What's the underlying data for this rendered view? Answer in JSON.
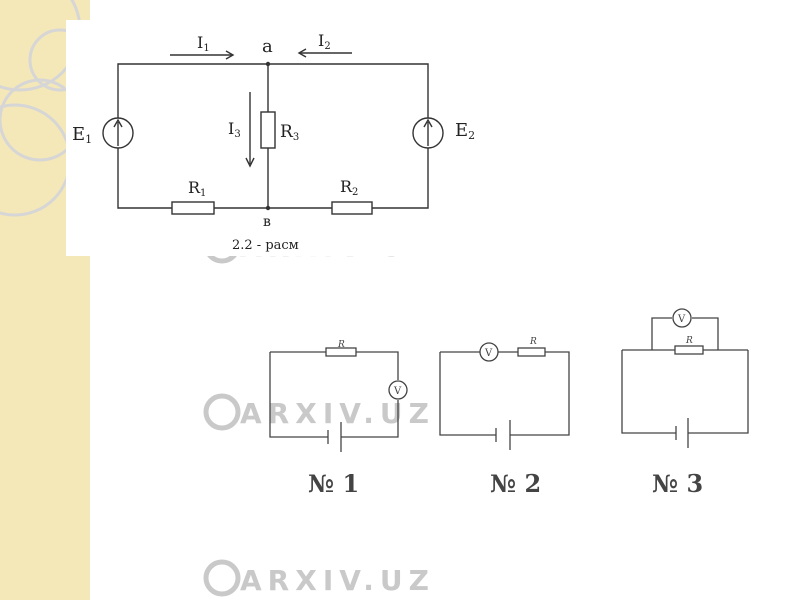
{
  "watermark": {
    "text": "ARXIV.UZ"
  },
  "colors": {
    "side_band": "#f4e7b8",
    "side_circle": "#dcdcdc",
    "wire": "#333333",
    "watermark": "#c9c9c9"
  },
  "circuit_main": {
    "node_top": "a",
    "node_bottom": "в",
    "currents": {
      "i1": "I",
      "i1_sub": "1",
      "i2": "I",
      "i2_sub": "2",
      "i3": "I",
      "i3_sub": "3"
    },
    "sources": {
      "e1": "E",
      "e1_sub": "1",
      "e2": "E",
      "e2_sub": "2"
    },
    "resistors": {
      "r1": "R",
      "r1_sub": "1",
      "r2": "R",
      "r2_sub": "2",
      "r3": "R",
      "r3_sub": "3"
    },
    "caption": "2.2 - расм"
  },
  "small_circuits": [
    {
      "label": "№ 1",
      "resistor_mark": "R",
      "meter_mark": "V"
    },
    {
      "label": "№ 2",
      "resistor_mark": "R",
      "meter_mark": "V"
    },
    {
      "label": "№ 3",
      "resistor_mark": "R",
      "meter_mark": "V"
    }
  ]
}
